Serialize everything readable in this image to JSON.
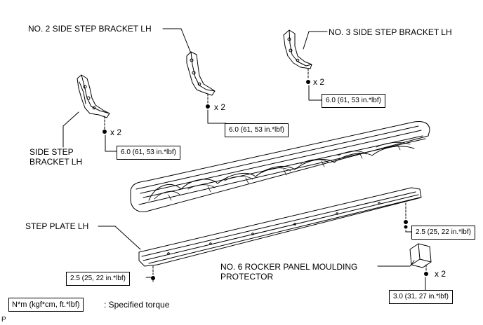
{
  "labels": {
    "bracket_no2": "NO. 2 SIDE STEP BRACKET LH",
    "bracket_no3": "NO. 3 SIDE STEP BRACKET LH",
    "side_bracket_line1": "SIDE STEP",
    "side_bracket_line2": "BRACKET LH",
    "step_plate": "STEP PLATE LH",
    "rocker_line1": "NO. 6 ROCKER PANEL MOULDING",
    "rocker_line2": "PROTECTOR"
  },
  "quantities": {
    "no3": "x 2",
    "no2": "x 2",
    "side": "x 2",
    "rocker": "x 2"
  },
  "torques": {
    "no3": "6.0 (61, 53 in.*lbf)",
    "no2": "6.0 (61, 53 in.*lbf)",
    "side": "6.0 (61, 53 in.*lbf)",
    "plate_right": "2.5 (25, 22 in.*lbf)",
    "plate_left": "2.5 (25, 22 in.*lbf)",
    "rocker": "3.0 (31, 27 in.*lbf)"
  },
  "legend": {
    "unit": "N*m (kgf*cm, ft.*lbf)",
    "meaning": ": Specified torque"
  },
  "page_marker": "P"
}
